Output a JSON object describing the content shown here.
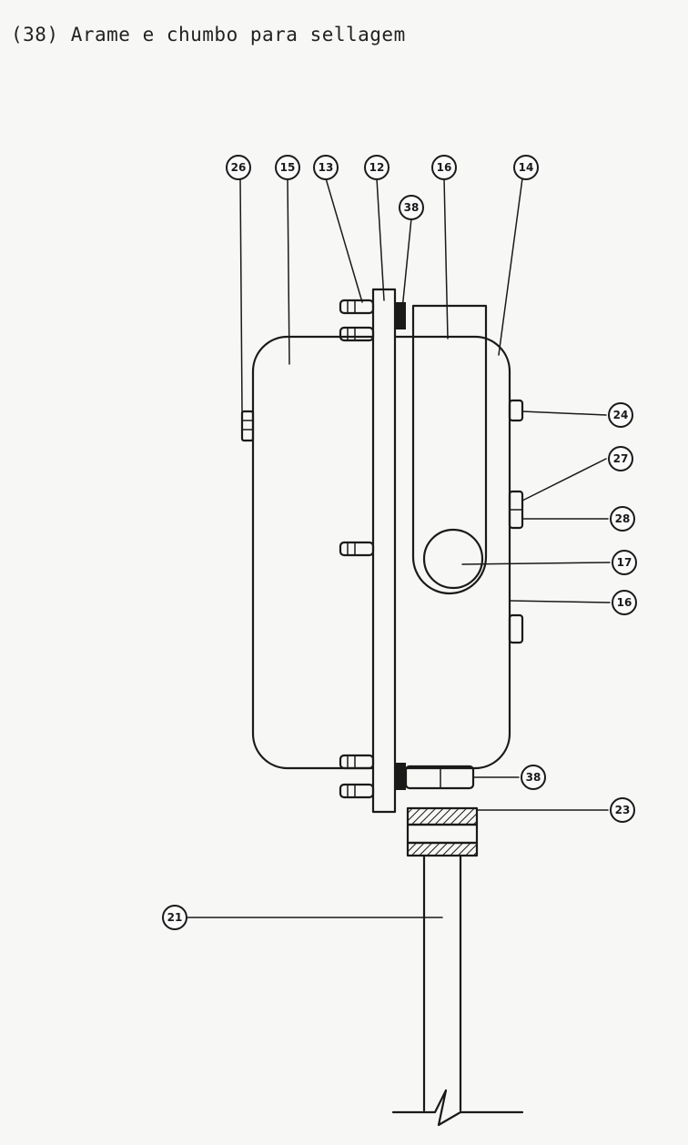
{
  "caption": "(38) Arame e chumbo para sellagem",
  "callouts": {
    "c26": "26",
    "c15": "15",
    "c13": "13",
    "c12": "12",
    "c38_top": "38",
    "c16_top": "16",
    "c14": "14",
    "c24": "24",
    "c27": "27",
    "c28": "28",
    "c17": "17",
    "c16_right": "16",
    "c38_bottom": "38",
    "c23": "23",
    "c21": "21"
  }
}
